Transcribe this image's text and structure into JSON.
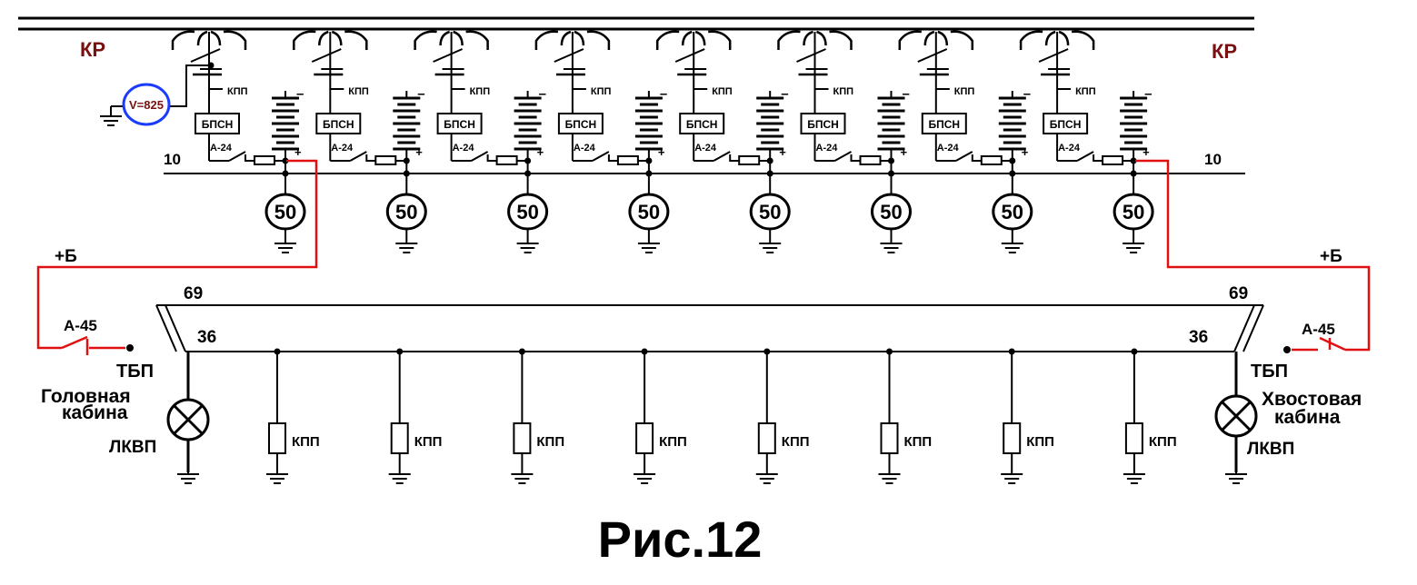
{
  "labels": {
    "kr_left": "КР",
    "kr_right": "КР",
    "voltmeter": "V=825",
    "kpp": "КПП",
    "bpsn": "БПСН",
    "a24": "А-24",
    "minus": "–",
    "plus": "+",
    "wire10_left": "10",
    "wire10_right": "10",
    "load": "50",
    "plusB_left": "+Б",
    "plusB_right": "+Б",
    "a45_left": "А-45",
    "a45_right": "А-45",
    "wire69_left": "69",
    "wire69_right": "69",
    "wire36_left": "36",
    "wire36_right": "36",
    "tbp_left": "ТБП",
    "tbp_right": "ТБП",
    "cab_head_1": "Головная",
    "cab_head_2": "кабина",
    "cab_tail_1": "Хвостовая",
    "cab_tail_2": "кабина",
    "lkvp_left": "ЛКВП",
    "lkvp_right": "ЛКВП",
    "relay_kpp": "КПП",
    "caption": "Рис.12"
  },
  "colors": {
    "wire": "#000000",
    "positive_wire": "#e01010",
    "kr_label": "#7a1010",
    "voltmeter_ring": "#1a3cff",
    "voltmeter_text": "#7a1010"
  },
  "units": {
    "count": 8
  }
}
